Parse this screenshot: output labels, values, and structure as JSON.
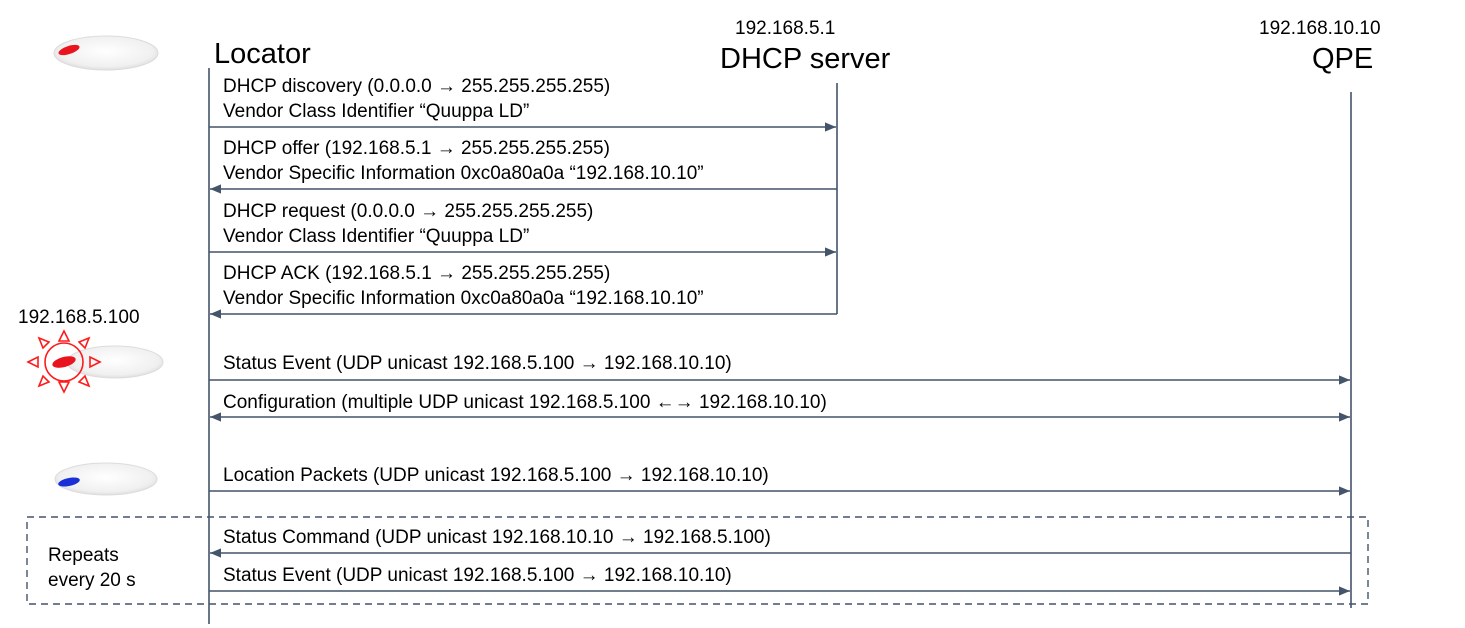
{
  "participants": {
    "locator": {
      "name": "Locator"
    },
    "dhcp": {
      "ip": "192.168.5.1",
      "name": "DHCP server"
    },
    "qpe": {
      "ip": "192.168.10.10",
      "name": "QPE"
    }
  },
  "locator_ip_label": "192.168.5.100",
  "messages": [
    {
      "line1": "DHCP discovery (0.0.0.0 → 255.255.255.255)",
      "line2": "Vendor Class Identifier  “Quuppa LD”",
      "direction": "to-right"
    },
    {
      "line1": "DHCP offer (192.168.5.1 → 255.255.255.255)",
      "line2": "Vendor Specific Information  0xc0a80a0a “192.168.10.10”",
      "direction": "to-left"
    },
    {
      "line1": "DHCP request (0.0.0.0 → 255.255.255.255)",
      "line2": "Vendor Class Identifier  “Quuppa LD”",
      "direction": "to-right"
    },
    {
      "line1": "DHCP ACK (192.168.5.1 → 255.255.255.255)",
      "line2": "Vendor Specific Information  0xc0a80a0a “192.168.10.10”",
      "direction": "to-left"
    },
    {
      "line1": "Status Event (UDP unicast 192.168.5.100 → 192.168.10.10)",
      "direction": "to-right"
    },
    {
      "line1": "Configuration (multiple UDP unicast 192.168.5.100 ←→ 192.168.10.10)",
      "direction": "both"
    },
    {
      "line1": "Location Packets (UDP unicast 192.168.5.100 → 192.168.10.10)",
      "direction": "to-right"
    },
    {
      "line1": "Status Command (UDP unicast 192.168.10.10 → 192.168.5.100)",
      "direction": "to-left"
    },
    {
      "line1": "Status Event (UDP unicast 192.168.5.100 → 192.168.10.10)",
      "direction": "to-right"
    }
  ],
  "repeat_box": {
    "line1": "Repeats",
    "line2": "every 20 s"
  },
  "colors": {
    "line": "#44546a",
    "led_red": "#e8141e",
    "led_blue": "#1a2fd6",
    "sun_red": "#ff1a1a",
    "device_body": "#f2f2f2"
  },
  "icons": [
    "locator-device-icon-red-led",
    "locator-device-icon-active",
    "locator-device-icon-blue-led"
  ]
}
